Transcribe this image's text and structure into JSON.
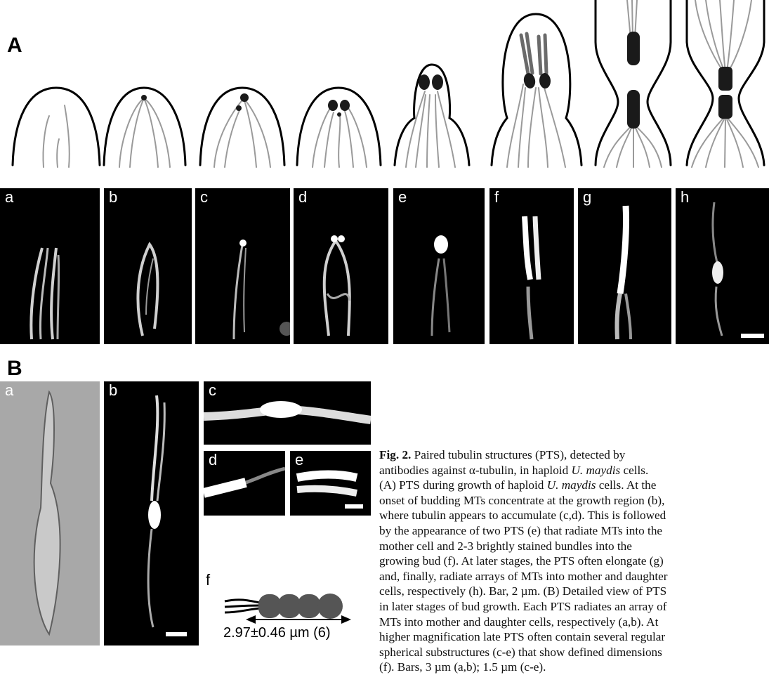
{
  "panel_A": {
    "letter": "A",
    "sub_labels": [
      "a",
      "b",
      "c",
      "d",
      "e",
      "f",
      "g",
      "h"
    ]
  },
  "panel_B": {
    "letter": "B",
    "sub_labels": [
      "a",
      "b",
      "c",
      "d",
      "e",
      "f"
    ],
    "measurement": "2.97±0.46 µm (6)"
  },
  "caption": {
    "lines": [
      [
        {
          "b": "Fig. 2."
        },
        {
          "t": " Paired tubulin structures (PTS), detected by"
        }
      ],
      [
        {
          "t": "antibodies against α-tubulin, in haploid "
        },
        {
          "i": "U. maydis"
        },
        {
          "t": " cells."
        }
      ],
      [
        {
          "t": "(A) PTS during growth of haploid "
        },
        {
          "i": "U. maydis"
        },
        {
          "t": " cells. At the"
        }
      ],
      [
        {
          "t": "onset of budding MTs concentrate at the growth region (b),"
        }
      ],
      [
        {
          "t": "where tubulin appears to accumulate (c,d). This is followed"
        }
      ],
      [
        {
          "t": "by the appearance of two PTS (e) that radiate MTs into the"
        }
      ],
      [
        {
          "t": "mother cell and 2-3 brightly stained bundles into the"
        }
      ],
      [
        {
          "t": "growing bud (f). At later stages, the PTS often elongate (g)"
        }
      ],
      [
        {
          "t": "and, finally, radiate arrays of MTs into mother and daughter"
        }
      ],
      [
        {
          "t": "cells, respectively (h). Bar, 2 µm. (B) Detailed view of PTS"
        }
      ],
      [
        {
          "t": "in later stages of bud growth. Each PTS radiates an array of"
        }
      ],
      [
        {
          "t": "MTs into mother and daughter cells, respectively (a,b). At"
        }
      ],
      [
        {
          "t": "higher magnification late PTS often contain several regular"
        }
      ],
      [
        {
          "t": "spherical substructures (c-e) that show defined dimensions"
        }
      ],
      [
        {
          "t": "(f). Bars, 3 µm (a,b); 1.5 µm (c-e)."
        }
      ]
    ]
  },
  "colors": {
    "background": "#ffffff",
    "micrograph": "#000000",
    "stain": "#ffffff",
    "mt_line": "#9a9a9a",
    "pts_body": "#1a1a1a",
    "schematic_pts": "#5a5a5a"
  }
}
